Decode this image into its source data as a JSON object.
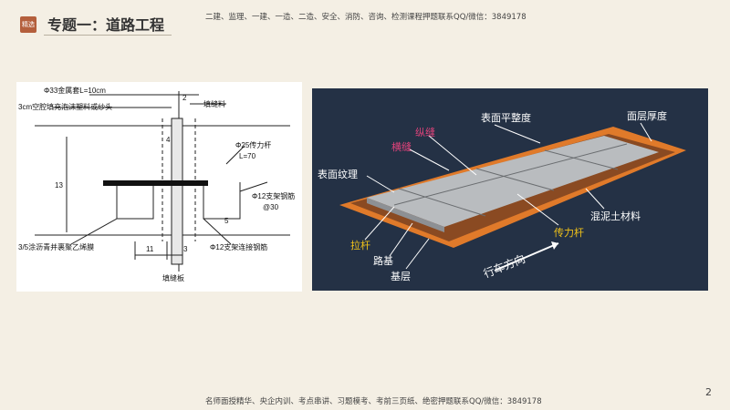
{
  "header": {
    "badge": "精选",
    "title": "专题一：道路工程",
    "note": "二建、监理、一建、一造、二造、安全、消防、咨询、检测课程押题联系QQ/微信：3849178"
  },
  "footer": {
    "note": "名师面授精华、央企内训、考点串讲、习题模考、考前三页纸、绝密押题联系QQ/微信：3849178",
    "page_number": "2"
  },
  "left_diagram": {
    "labels": {
      "metal_sleeve": "Φ33金属套L=10cm",
      "foam_plastic": "3cm空腔填充泡沫塑料或纱头",
      "joint_filler": "填缝料",
      "dowel_bar": "Φ25传力杆",
      "dowel_len": "L=70",
      "support_bar": "Φ12支架钢筋",
      "support_spacing": "@30",
      "coating": "3/5涂沥青并裹聚乙烯膜",
      "support_connect": "Φ12支架连接钢筋",
      "filler_board": "填缝板",
      "dim_2": "2",
      "dim_4": "4",
      "dim_13": "13",
      "dim_11": "11",
      "dim_3": "3",
      "dim_5": "5"
    }
  },
  "right_diagram": {
    "labels": {
      "surface_flatness": "表面平整度",
      "surface_thickness": "面层厚度",
      "longitudinal_joint": "纵缝",
      "transverse_joint": "横缝",
      "surface_texture": "表面纹理",
      "concrete_material": "混泥土材料",
      "dowel_bar": "传力杆",
      "tie_bar": "拉杆",
      "subgrade": "路基",
      "base": "基层",
      "driving_direction": "行车方向"
    }
  }
}
